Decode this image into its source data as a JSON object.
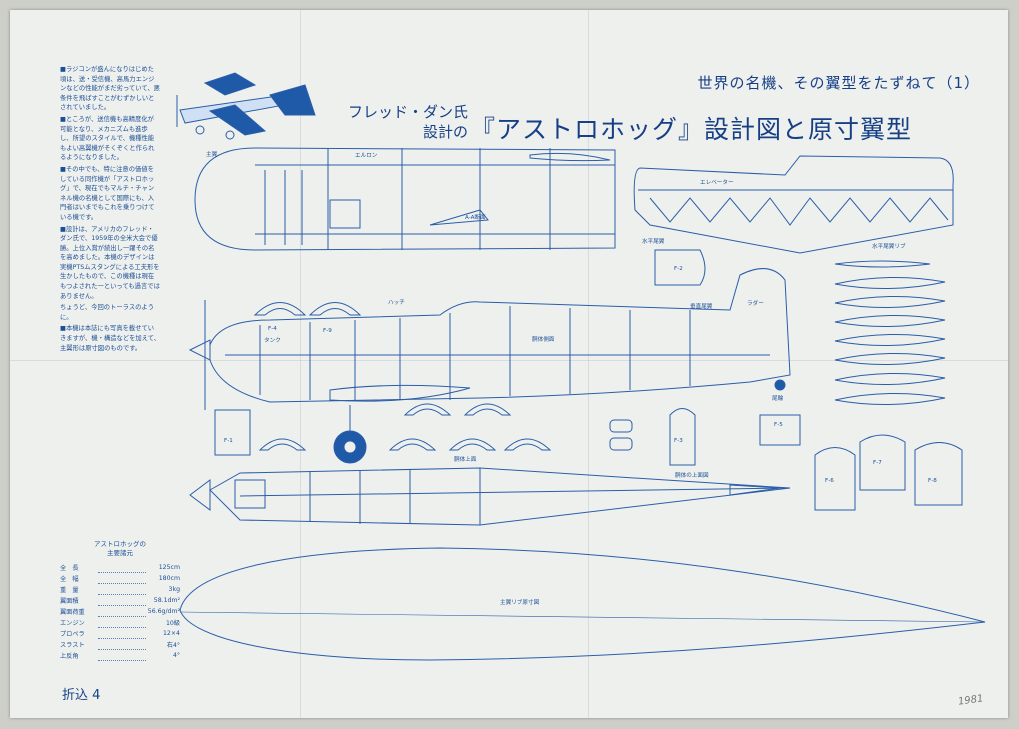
{
  "header": {
    "series": "世界の名機、その翼型をたずねて（1）",
    "designer_line1": "フレッド・ダン氏",
    "designer_line2": "設計の",
    "main_title": "『アストロホッグ』設計図と原寸翼型"
  },
  "intro_paragraphs": [
    "■ラジコンが盛んになりはじめた頃は、送・受信機、高馬力エンジンなどの性能がまだ劣っていて、悪条件を飛ばすことがむずかしいとされていました。",
    "■ところが、送信機も高精度化が可能となり、メカニズムも進歩し、所望のスタイルで、機種性能もよい高翼機がそくぞくと作られるようになりました。",
    "■その中でも、特に注意の価値をしている同作機が「アストロホッグ」で、現在でもマルチ・チャンネル機の名機として国際にも、入門者はいまでもこれを乗りつけている機です。",
    "■設計は、アメリカのフレッド・ダン氏で、1959年の全米大会で優勝。上位入賞が続出し一躍その名を高めました。本機のデザインは実機PTSムスタングによる工夫形を生かしたもので、この機種は現在もつよされた一といっても過言ではありません。",
    "ちょうど、今回のトーラスのように。",
    "■本機は本誌にも写真を載せていきますが、機・構造などを加えて、主翼形は原寸図のものです。"
  ],
  "specs": {
    "heading1": "アストロホッグの",
    "heading2": "主要諸元",
    "rows": [
      {
        "label": "全　長",
        "value": "125cm"
      },
      {
        "label": "全　幅",
        "value": "180cm"
      },
      {
        "label": "重　量",
        "value": "3kg"
      },
      {
        "label": "翼面積",
        "value": "58.1dm²"
      },
      {
        "label": "翼面荷重",
        "value": "56.6g/dm²"
      },
      {
        "label": "エンジン",
        "value": "10級"
      },
      {
        "label": "プロペラ",
        "value": "12×4"
      },
      {
        "label": "スラスト",
        "value": "右4°"
      },
      {
        "label": "上反角",
        "value": "4°"
      }
    ]
  },
  "drawing_labels": {
    "main_wing": "主翼",
    "aileron": "エルロン",
    "section_a": "A-A断面",
    "elevator": "エレベーター",
    "h_stab": "水平尾翼",
    "rib_label": "水平尾翼リブ",
    "rudder": "ラダー",
    "v_stab": "垂直尾翼",
    "fuselage_side": "胴体側面",
    "hatch": "ハッチ",
    "tank": "タンク",
    "tail_wheel": "尾輪",
    "fuselage_top": "胴体上面",
    "top_view_label": "胴体の上面図",
    "rib_fullsize": "主翼リブ原寸図",
    "f1": "F-1",
    "f2": "F-2",
    "f3": "F-3",
    "f4": "F-4",
    "f5": "F-5",
    "f6": "F-6",
    "f7": "F-7",
    "f8": "F-8",
    "f9": "F-9"
  },
  "page_number": "折込 4",
  "pencil_note": "1981"
}
